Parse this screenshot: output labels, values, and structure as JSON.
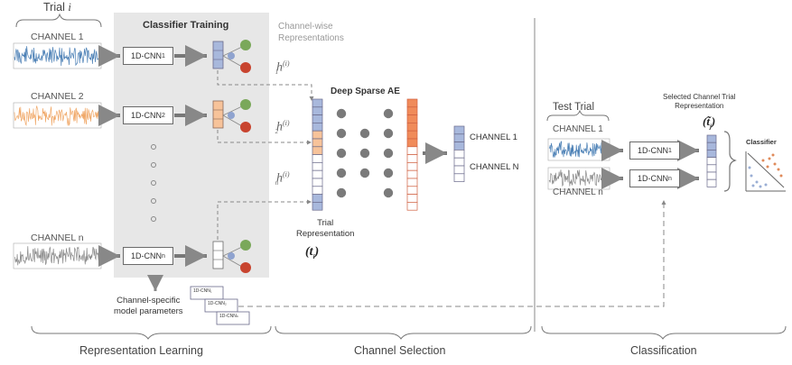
{
  "trial_label": "Trial",
  "trial_var": "i",
  "classifier_training": "Classifier Training",
  "channel_wise_representations": "Channel-wise\nRepresentations",
  "channels": {
    "c1": "CHANNEL 1",
    "c2": "CHANNEL 2",
    "cn": "CHANNEL n"
  },
  "cnn": {
    "base": "1D-CNN",
    "sub1": "1",
    "sub2": "2",
    "subn": "n"
  },
  "h_symbol": "h",
  "h_superscript": "(i)",
  "h_subscripts": [
    "1",
    "2",
    "n"
  ],
  "deep_sparse_ae": "Deep Sparse AE",
  "trial_representation": "Trial\nRepresentation",
  "trial_rep_symbol": "(t",
  "trial_rep_sub": "i",
  "trial_rep_close": ")",
  "ae_out": {
    "ch1": "CHANNEL 1",
    "chn": "CHANNEL N"
  },
  "test_trial": "Test Trial",
  "selected_rep": "Selected Channel Trial\nRepresentation",
  "selected_rep_symbol": "(t̃",
  "selected_rep_sub": "j",
  "selected_rep_close": ")",
  "classifier": "Classifier",
  "channel_specific": "Channel-specific\nmodel parameters",
  "mini_cnn": [
    "1D-CNN₁",
    "1D-CNN₂",
    "1D-CNNₙ"
  ],
  "sections": {
    "rep_learning": "Representation Learning",
    "channel_selection": "Channel Selection",
    "classification": "Classification"
  },
  "colors": {
    "blue_signal": "#4a7fb5",
    "orange_signal": "#f0a868",
    "gray_signal": "#8a8a8a",
    "blue_cell": "#a8b8dc",
    "orange_cell": "#f7c39a",
    "red_cell": "#f08b5a",
    "green_node": "#7aa85a",
    "red_node": "#c8442f",
    "blue_node": "#8fa3cf",
    "panel_bg": "#e8e8e8",
    "dot": "#7a7a7a"
  }
}
